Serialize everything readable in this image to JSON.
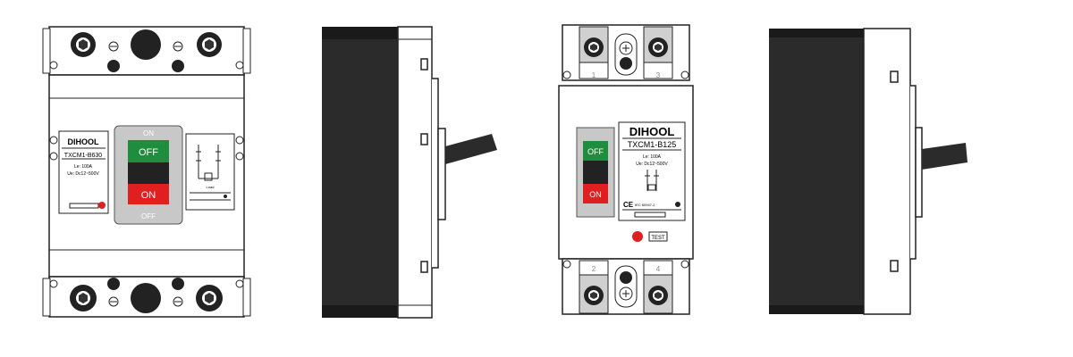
{
  "breaker_3p": {
    "brand": "DIHOOL",
    "model": "TXCM1-B630",
    "rating": "Le: 100A",
    "voltage": "Ue: Dc12~500V",
    "handle_top": "ON",
    "handle_off": "OFF",
    "handle_on": "ON",
    "handle_bottom": "OFF",
    "diagram_caption": "Load",
    "colors": {
      "off": "#1e8e3e",
      "on": "#e02020",
      "handle": "#c8c8c8"
    }
  },
  "breaker_2p": {
    "brand": "DIHOOL",
    "model": "TXCM1-B125",
    "rating": "Le: 100A",
    "voltage": "Ue: Dc12~500V",
    "handle_off": "OFF",
    "handle_on": "ON",
    "standard": "IEC 60947-2",
    "ce_mark": "CE",
    "test_label": "TEST",
    "terminal_numbers": [
      "1",
      "3",
      "2",
      "4"
    ],
    "colors": {
      "off": "#1e8e3e",
      "on": "#e02020",
      "test_button": "#e02020"
    }
  }
}
